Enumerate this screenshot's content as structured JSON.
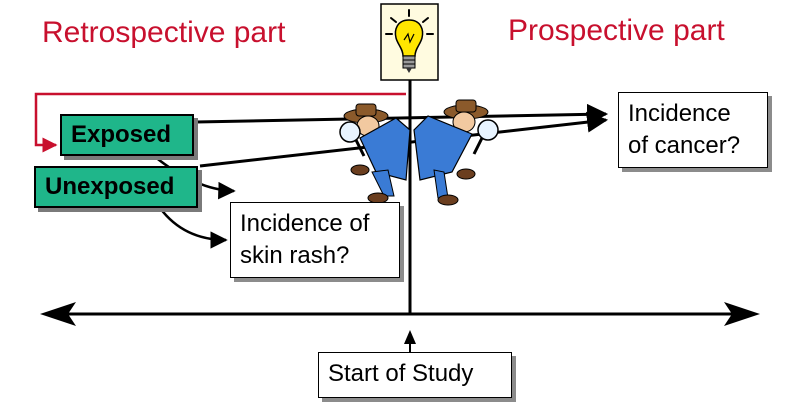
{
  "headings": {
    "retrospective": "Retrospective part",
    "prospective": "Prospective part"
  },
  "groups": {
    "exposed": "Exposed",
    "unexposed": "Unexposed"
  },
  "outcomes": {
    "cancer_line1": "Incidence",
    "cancer_line2": "of cancer?",
    "rash_line1": "Incidence of",
    "rash_line2": "skin rash?"
  },
  "start_label": "Start of Study",
  "icons": [
    "light-bulb-icon",
    "detective-icon"
  ],
  "colors": {
    "heading": "#c8102e",
    "group_fill": "#1fb68a",
    "bulb_yellow": "#ffe600",
    "detective_coat": "#3a7bd5"
  }
}
